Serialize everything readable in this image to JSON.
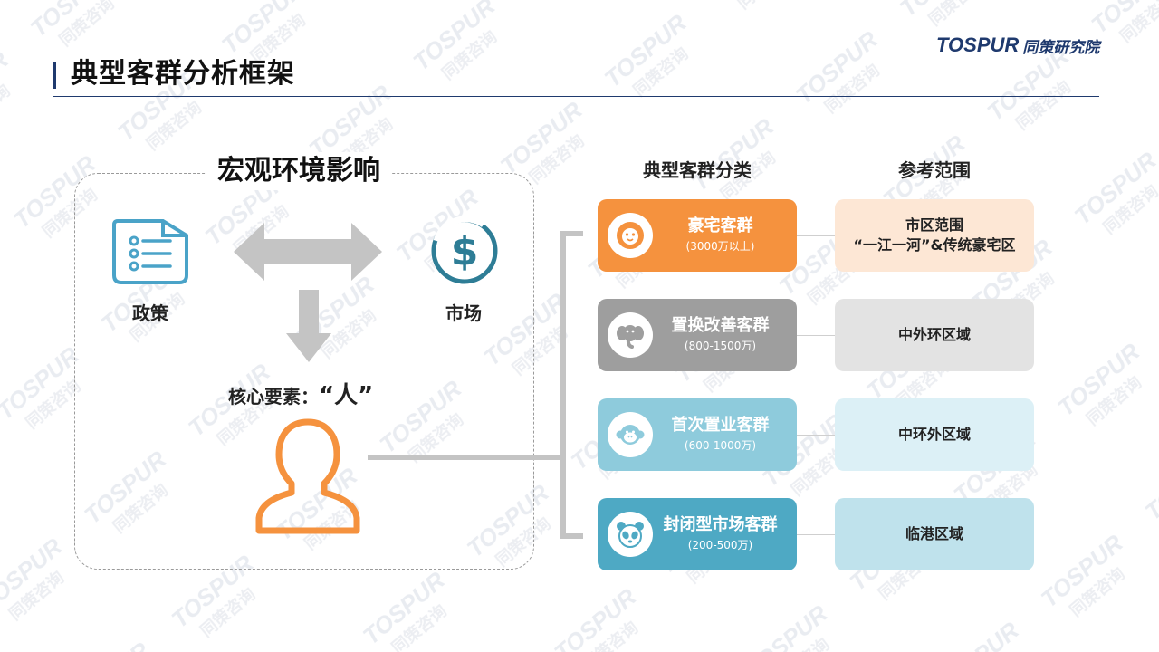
{
  "header": {
    "title": "典型客群分析框架",
    "logo_en": "TOSPUR",
    "logo_cn": "同策研究院"
  },
  "environment": {
    "title": "宏观环境影响",
    "policy_label": "政策",
    "market_label": "市场",
    "core_prefix": "核心要素：",
    "core_value": "“人”"
  },
  "columns": {
    "groups_header": "典型客群分类",
    "ref_header": "参考范围"
  },
  "groups": [
    {
      "name": "豪宅客群",
      "range": "(3000万以上)",
      "color": "#f5923e",
      "icon": "lion-icon"
    },
    {
      "name": "置换改善客群",
      "range": "(800-1500万)",
      "color": "#9e9e9e",
      "icon": "elephant-icon"
    },
    {
      "name": "首次置业客群",
      "range": "(600-1000万)",
      "color": "#8ecbdc",
      "icon": "monkey-icon"
    },
    {
      "name": "封闭型市场客群",
      "range": "(200-500万)",
      "color": "#4ea9c4",
      "icon": "panda-icon"
    }
  ],
  "references": [
    {
      "line1": "市区范围",
      "line2": "“一江一河”&传统豪宅区",
      "color": "#fde7d5"
    },
    {
      "line1": "中外环区域",
      "line2": "",
      "color": "#e3e3e3"
    },
    {
      "line1": "中环外区域",
      "line2": "",
      "color": "#dcf0f6"
    },
    {
      "line1": "临港区域",
      "line2": "",
      "color": "#bfe2ec"
    }
  ],
  "colors": {
    "navy": "#1f3a6e",
    "arrow_gray": "#c4c4c4",
    "policy_blue": "#4aa3c8",
    "market_teal": "#2e7d96",
    "person_orange": "#f5923e"
  }
}
